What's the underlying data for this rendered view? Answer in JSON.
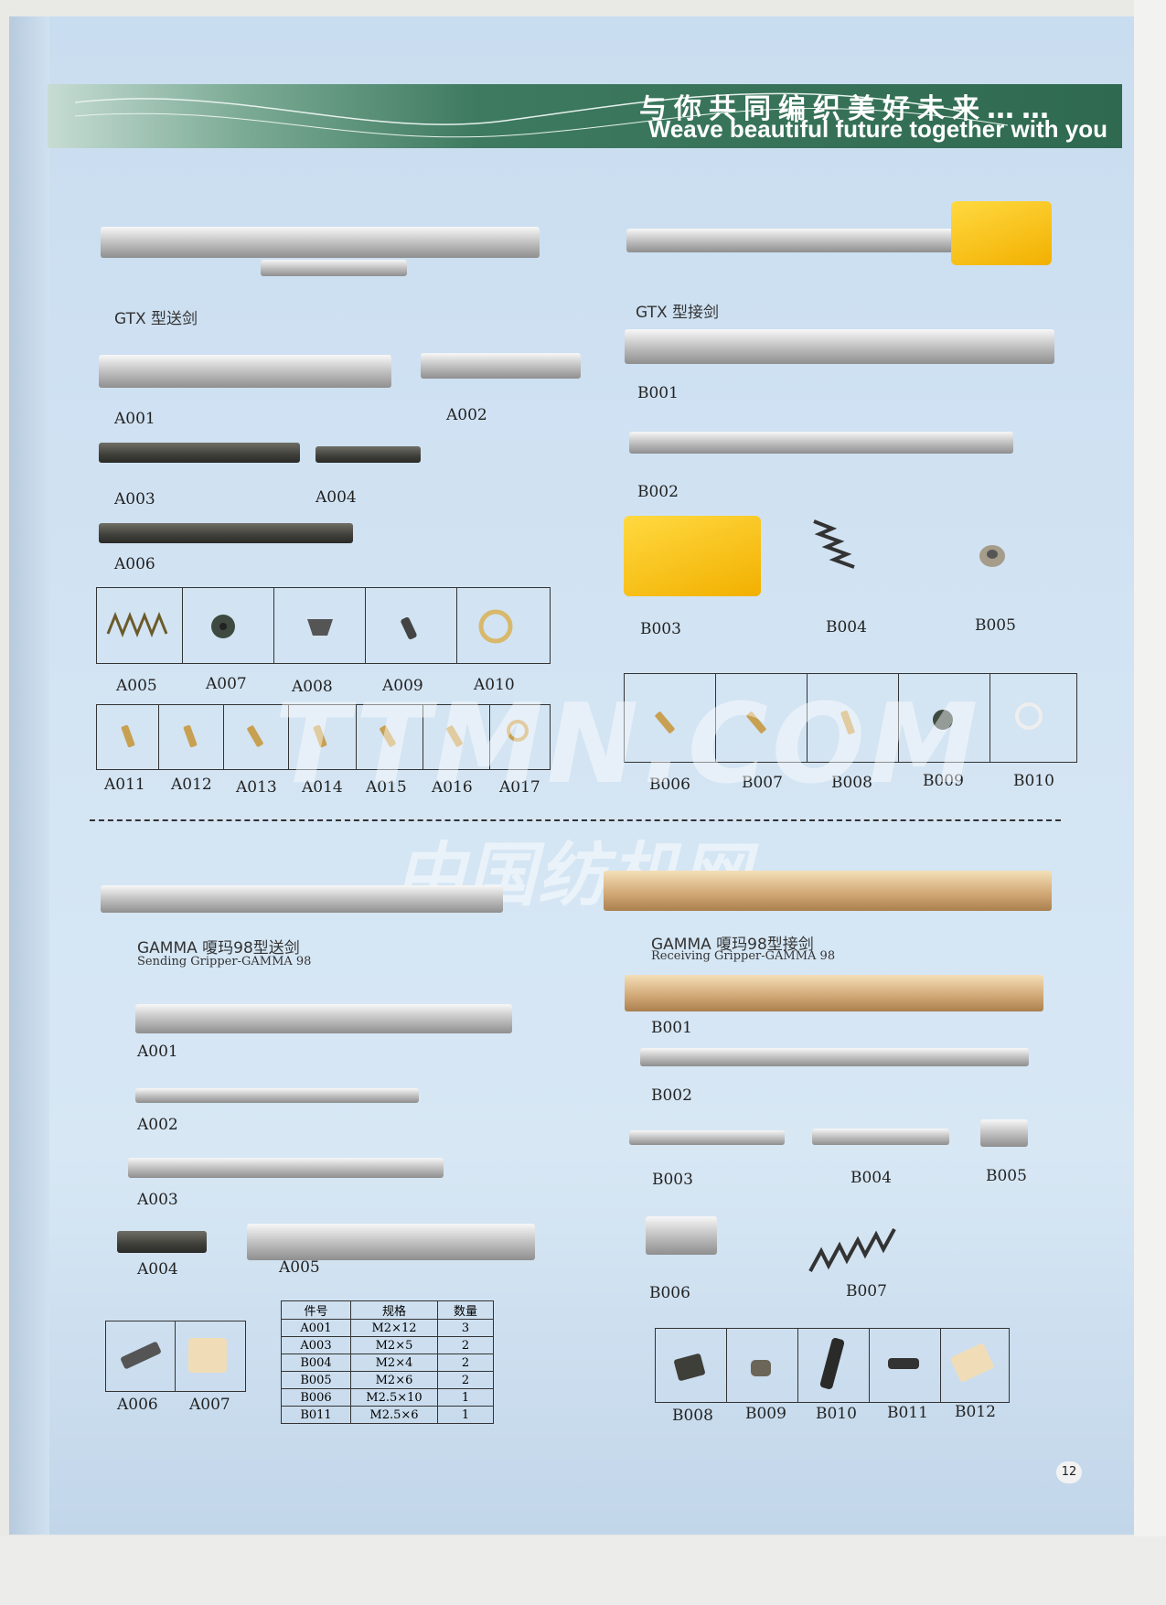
{
  "banner": {
    "title_cn": "与你共同编织美好未来……",
    "title_en": "Weave beautiful future together with you"
  },
  "gtx": {
    "sending_title": "GTX 型送剑",
    "receiving_title": "GTX 型接剑",
    "sending_parts": [
      "A001",
      "A002",
      "A003",
      "A004",
      "A006"
    ],
    "small_row1": [
      "A005",
      "A007",
      "A008",
      "A009",
      "A010"
    ],
    "small_row2": [
      "A011",
      "A012",
      "A013",
      "A014",
      "A015",
      "A016",
      "A017"
    ],
    "receiving_parts": [
      "B001",
      "B002",
      "B003",
      "B004",
      "B005"
    ],
    "small_row3": [
      "B006",
      "B007",
      "B008",
      "B009",
      "B010"
    ]
  },
  "gamma": {
    "sending_title": "GAMMA 嗄玛98型送剑",
    "sending_subtitle": "Sending Gripper-GAMMA 98",
    "receiving_title": "GAMMA 嗄玛98型接剑",
    "receiving_subtitle": "Receiving Gripper-GAMMA 98",
    "sending_parts": [
      "A001",
      "A002",
      "A003",
      "A004",
      "A005"
    ],
    "small_sending": [
      "A006",
      "A007"
    ],
    "receiving_parts": [
      "B001",
      "B002",
      "B003",
      "B004",
      "B005",
      "B006",
      "B007"
    ],
    "small_receiving": [
      "B008",
      "B009",
      "B010",
      "B011",
      "B012"
    ]
  },
  "spec_table": {
    "headers": [
      "件号",
      "规格",
      "数量"
    ],
    "rows": [
      [
        "A001",
        "M2×12",
        "3"
      ],
      [
        "A003",
        "M2×5",
        "2"
      ],
      [
        "B004",
        "M2×4",
        "2"
      ],
      [
        "B005",
        "M2×6",
        "2"
      ],
      [
        "B006",
        "M2.5×10",
        "1"
      ],
      [
        "B011",
        "M2.5×6",
        "1"
      ]
    ]
  },
  "watermark": {
    "site": "TTMN.COM",
    "cn": "中国纺机网"
  },
  "page_number": "12"
}
